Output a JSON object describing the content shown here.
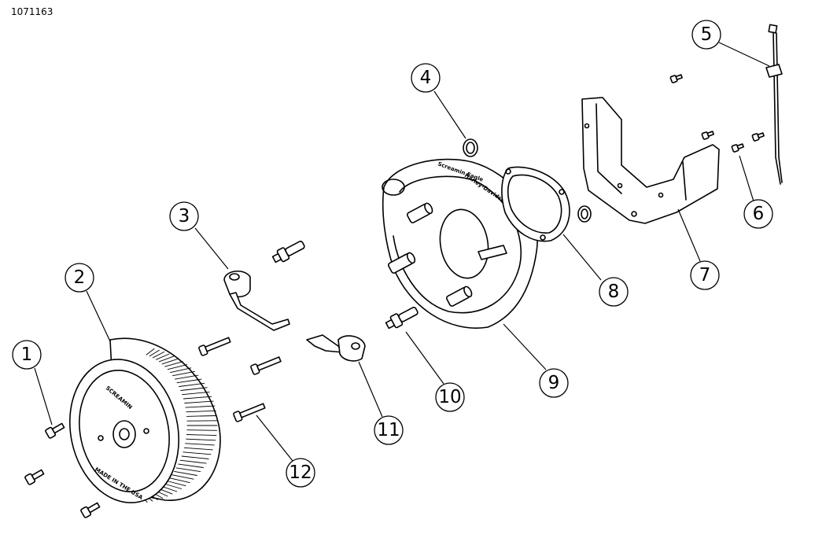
{
  "document_id": "1071163",
  "diagram": {
    "type": "exploded-parts-view",
    "callouts": [
      {
        "id": "c1",
        "label": "1"
      },
      {
        "id": "c2",
        "label": "2"
      },
      {
        "id": "c3",
        "label": "3"
      },
      {
        "id": "c4",
        "label": "4"
      },
      {
        "id": "c5",
        "label": "5"
      },
      {
        "id": "c6",
        "label": "6"
      },
      {
        "id": "c7",
        "label": "7"
      },
      {
        "id": "c8",
        "label": "8"
      },
      {
        "id": "c9",
        "label": "9"
      },
      {
        "id": "c10",
        "label": "10"
      },
      {
        "id": "c11",
        "label": "11"
      },
      {
        "id": "c12",
        "label": "12"
      }
    ],
    "filter_stamp_text": "MADE IN THE USA"
  }
}
